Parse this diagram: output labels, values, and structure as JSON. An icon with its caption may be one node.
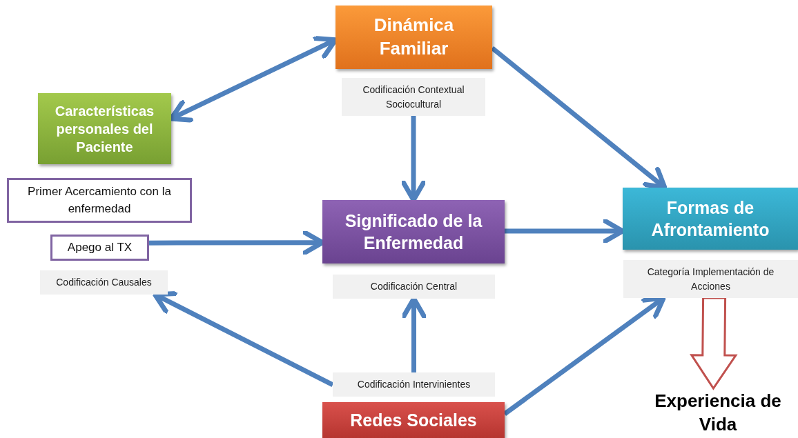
{
  "diagram": {
    "nodes": [
      {
        "text": [
          "Dinámica Familiar"
        ]
      },
      {
        "text": [
          "Codificación Contextual Sociocultural"
        ]
      },
      {
        "text": [
          "Características personales del Paciente"
        ]
      },
      {
        "text": [
          "Primer Acercamiento con la enfermedad"
        ]
      },
      {
        "text": [
          "Apego al TX"
        ]
      },
      {
        "text": [
          "Codificación Causales"
        ]
      },
      {
        "text": [
          "Significado de la Enfermedad"
        ]
      },
      {
        "text": [
          "Codificación Central"
        ]
      },
      {
        "text": [
          "Formas de Afrontamiento"
        ]
      },
      {
        "text": [
          "Categoría Implementación de Acciones"
        ]
      },
      {
        "text": [
          "Codificación Intervinientes"
        ]
      },
      {
        "text": [
          "Redes Sociales"
        ]
      },
      {
        "text": [
          "Experiencia de Vida"
        ]
      }
    ],
    "edges": [
      {
        "from": 0,
        "to": 2,
        "arrow": "both"
      },
      {
        "from": 1,
        "to": 6,
        "arrow": "to"
      },
      {
        "from": 4,
        "to": 6,
        "arrow": "to"
      },
      {
        "from": 0,
        "to": 8,
        "arrow": "to"
      },
      {
        "from": 6,
        "to": 8,
        "arrow": "to"
      },
      {
        "from": 10,
        "to": 5,
        "arrow": "to"
      },
      {
        "from": 10,
        "to": 7,
        "arrow": "to"
      },
      {
        "from": 11,
        "to": 9,
        "arrow": "to"
      },
      {
        "from": 9,
        "to": 12,
        "arrow": "to",
        "color": "#c0504d"
      }
    ]
  }
}
